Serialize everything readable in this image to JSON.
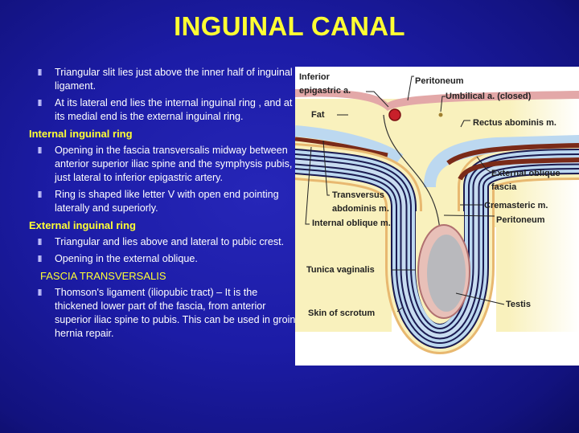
{
  "title": "INGUINAL CANAL",
  "intro_bullets": [
    "Triangular slit lies just above the inner half  of inguinal ligament.",
    "At its lateral end lies the internal inguinal ring , and at its medial end is the external inguinal ring."
  ],
  "sections": [
    {
      "heading": "Internal inguinal ring",
      "bullets": [
        "Opening in the fascia transversalis midway between anterior superior iliac spine and the symphysis pubis, just lateral to inferior epigastric artery.",
        "Ring is shaped like letter V with open end pointing laterally and superiorly."
      ]
    },
    {
      "heading": "External inguinal ring",
      "bullets": [
        "Triangular and lies above and lateral to pubic crest.",
        " Opening in the external oblique."
      ]
    },
    {
      "heading": "FASCIA TRANSVERSALIS",
      "bullets": [
        "Thomson's ligament (iliopubic tract) – It is the thickened lower part of the fascia, from anterior superior iliac spine to pubis. This can be used in groin hernia repair."
      ]
    }
  ],
  "diagram": {
    "labels": {
      "inferior_epigastric_1": "Inferior",
      "inferior_epigastric_2": "epigastric a.",
      "peritoneum_top": "Peritoneum",
      "umbilical": "Umbilical a. (closed)",
      "fat": "Fat",
      "rectus": "Rectus abominis m.",
      "external_oblique_1": "External oblique",
      "external_oblique_2": "fascia",
      "transversus_1": "Transversus",
      "transversus_2": "abdominis m.",
      "internal_oblique": "Internal oblique m.",
      "cremasteric": "Cremasteric m.",
      "peritoneum_cord": "Peritoneum",
      "tunica": "Tunica vaginalis",
      "testis": "Testis",
      "skin": "Skin of scrotum"
    }
  }
}
